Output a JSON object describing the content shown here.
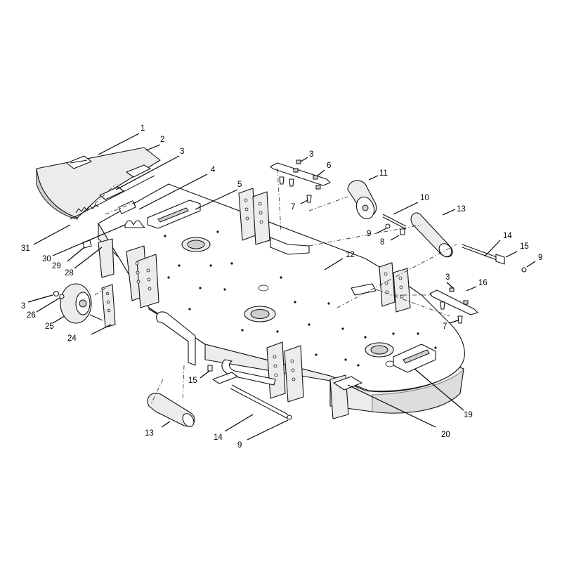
{
  "callouts": [
    {
      "id": "c1",
      "label": "1"
    },
    {
      "id": "c2",
      "label": "2"
    },
    {
      "id": "c3a",
      "label": "3"
    },
    {
      "id": "c4",
      "label": "4"
    },
    {
      "id": "c5",
      "label": "5"
    },
    {
      "id": "c3b",
      "label": "3"
    },
    {
      "id": "c6",
      "label": "6"
    },
    {
      "id": "c7a",
      "label": "7"
    },
    {
      "id": "c11",
      "label": "11"
    },
    {
      "id": "c10",
      "label": "10"
    },
    {
      "id": "c9a",
      "label": "9"
    },
    {
      "id": "c8",
      "label": "8"
    },
    {
      "id": "c13a",
      "label": "13"
    },
    {
      "id": "c14a",
      "label": "14"
    },
    {
      "id": "c15a",
      "label": "15"
    },
    {
      "id": "c9b",
      "label": "9"
    },
    {
      "id": "c12",
      "label": "12"
    },
    {
      "id": "c3c",
      "label": "3"
    },
    {
      "id": "c16",
      "label": "16"
    },
    {
      "id": "c7b",
      "label": "7"
    },
    {
      "id": "c31",
      "label": "31"
    },
    {
      "id": "c30",
      "label": "30"
    },
    {
      "id": "c29",
      "label": "29"
    },
    {
      "id": "c28",
      "label": "28"
    },
    {
      "id": "c3d",
      "label": "3"
    },
    {
      "id": "c26",
      "label": "26"
    },
    {
      "id": "c25",
      "label": "25"
    },
    {
      "id": "c24",
      "label": "24"
    },
    {
      "id": "c15b",
      "label": "15"
    },
    {
      "id": "c13b",
      "label": "13"
    },
    {
      "id": "c14b",
      "label": "14"
    },
    {
      "id": "c9c",
      "label": "9"
    },
    {
      "id": "c20",
      "label": "20"
    },
    {
      "id": "c19",
      "label": "19"
    }
  ]
}
